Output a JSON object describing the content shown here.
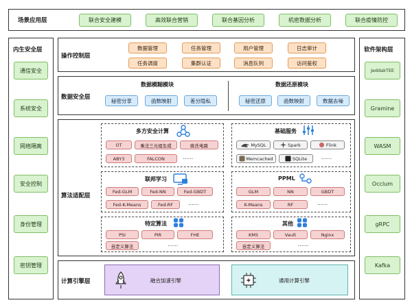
{
  "scene": {
    "label": "场景应用层",
    "items": [
      "联合安全建模",
      "高效联合营销",
      "联合基因分析",
      "机密数据分析",
      "联合疫情防控"
    ]
  },
  "left": {
    "label": "内生安全层",
    "items": [
      "通信安全",
      "系统安全",
      "网络隔离",
      "安全控制",
      "身份管理",
      "密钥管理"
    ]
  },
  "right": {
    "label": "软件架构层",
    "items": [
      "JeddakTEE",
      "Gramine",
      "WASM",
      "Occlum",
      "gRPC",
      "Kafka"
    ]
  },
  "ops": {
    "label": "操作控制层",
    "row1": [
      "数据管理",
      "任务管理",
      "用户管理",
      "日志审计"
    ],
    "row2": [
      "任务调度",
      "集群认证",
      "消息队列",
      "访问鉴权"
    ]
  },
  "datasec": {
    "label": "数据安全层",
    "blur": {
      "title": "数据模糊模块",
      "items": [
        "秘密分享",
        "函数映射",
        "差分隐私"
      ]
    },
    "restore": {
      "title": "数据还原模块",
      "items": [
        "秘密还原",
        "函数映射",
        "数据去噪"
      ]
    }
  },
  "algo": {
    "label": "算法适配层",
    "mpc": {
      "title": "多方安全计算",
      "items": [
        "OT",
        "乘法三元组生成",
        "姚氏电路",
        "ABY3",
        "FALCON"
      ],
      "more": "......"
    },
    "fl": {
      "title": "联邦学习",
      "items": [
        "Fed-GLM",
        "Fed-NN",
        "Fed-GBDT",
        "Fed-K-Means",
        "Fed-RF"
      ],
      "more": "......"
    },
    "special": {
      "title": "特定算法",
      "items": [
        "PSI",
        "PIR",
        "FHE",
        "自定义算法"
      ],
      "more": "......"
    },
    "base": {
      "title": "基础服务",
      "items": [
        "MySQL",
        "Spark",
        "Flink",
        "Memcached",
        "SQLite"
      ],
      "more": "......"
    },
    "ppml": {
      "title": "PPML",
      "items": [
        "GLM",
        "NN",
        "GBDT",
        "K-Means",
        "RF"
      ],
      "more": "......"
    },
    "other": {
      "title": "其他",
      "items": [
        "KMS",
        "Vault",
        "Nginx",
        "自定义算法"
      ],
      "more": "......"
    }
  },
  "compute": {
    "label": "计算引擎层",
    "fusion": "融合加速引擎",
    "general": "通用计算引擎",
    "fusion_color": "#e4d3f6",
    "general_color": "#d6f3f3"
  }
}
